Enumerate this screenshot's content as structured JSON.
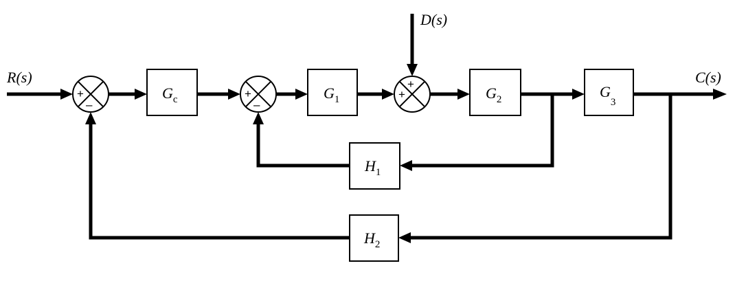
{
  "signals": {
    "input": "R(s)",
    "output": "C(s)",
    "disturbance": "D(s)"
  },
  "blocks": {
    "gc": {
      "sym": "G",
      "sub": "c"
    },
    "g1": {
      "sym": "G",
      "sub": "1"
    },
    "g2": {
      "sym": "G",
      "sub": "2"
    },
    "g3": {
      "sym": "G",
      "sub": "3"
    },
    "h1": {
      "sym": "H",
      "sub": "1"
    },
    "h2": {
      "sym": "H",
      "sub": "2"
    }
  },
  "summing_junctions": {
    "sum1": {
      "signs": [
        "+",
        "–"
      ]
    },
    "sum2": {
      "signs": [
        "+",
        "–"
      ]
    },
    "sum3": {
      "signs": [
        "+",
        "+"
      ]
    }
  }
}
